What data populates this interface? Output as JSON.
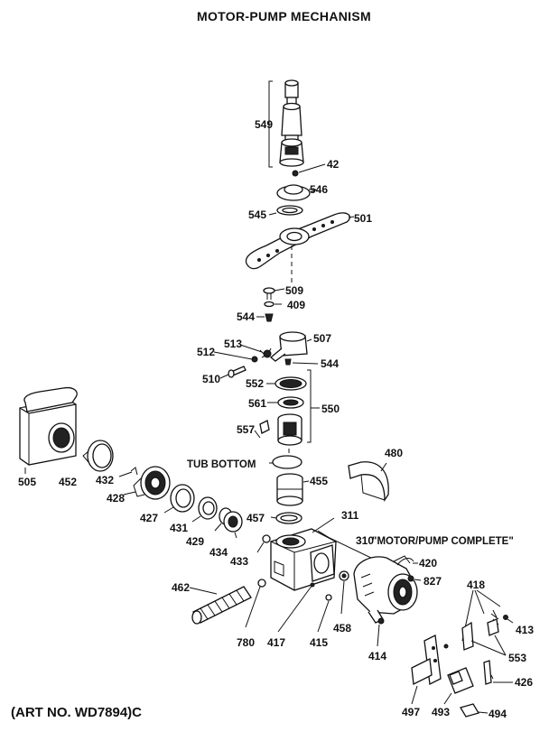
{
  "title": "MOTOR-PUMP MECHANISM",
  "art_number": "(ART NO. WD7894)C",
  "captions": {
    "tub_bottom": "TUB BOTTOM",
    "motor_pump_complete": "\"MOTOR/PUMP COMPLETE\""
  },
  "labels": {
    "p549": "549",
    "p42": "42",
    "p546": "546",
    "p545": "545",
    "p501": "501",
    "p509": "509",
    "p409": "409",
    "p544a": "544",
    "p507": "507",
    "p513": "513",
    "p512": "512",
    "p544b": "544",
    "p510": "510",
    "p552": "552",
    "p561": "561",
    "p550": "550",
    "p557": "557",
    "p505": "505",
    "p452": "452",
    "p432": "432",
    "p428": "428",
    "p480": "480",
    "p455": "455",
    "p427": "427",
    "p431": "431",
    "p429": "429",
    "p457": "457",
    "p434": "434",
    "p311": "311",
    "p310": "310",
    "p433": "433",
    "p420": "420",
    "p462": "462",
    "p827": "827",
    "p418": "418",
    "p413": "413",
    "p458": "458",
    "p780": "780",
    "p417": "417",
    "p415": "415",
    "p414": "414",
    "p553": "553",
    "p426": "426",
    "p497": "497",
    "p493": "493",
    "p494": "494"
  }
}
